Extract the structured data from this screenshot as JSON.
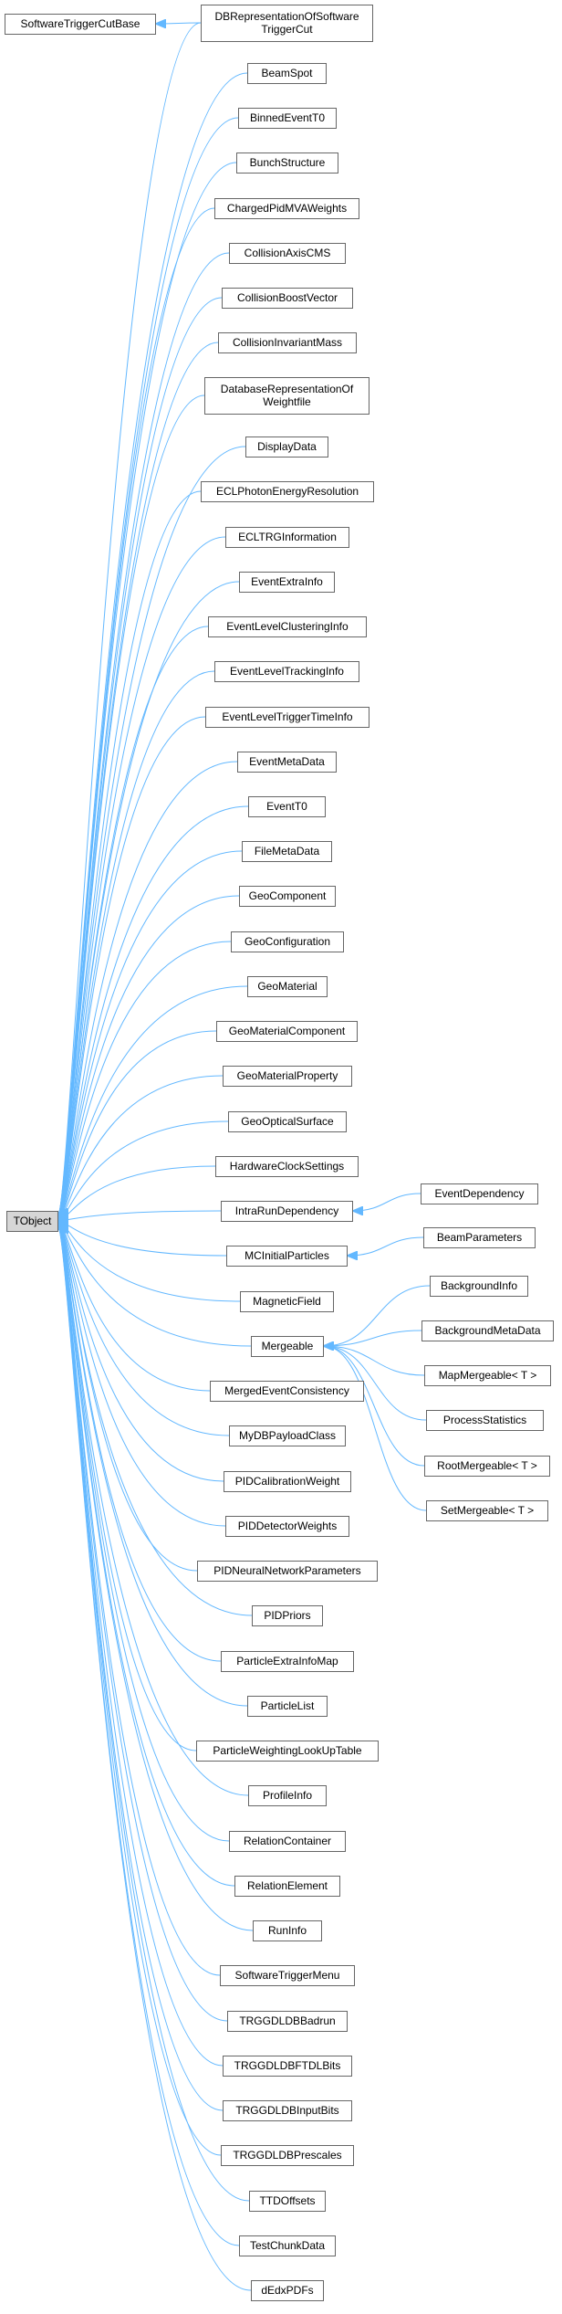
{
  "diagram": {
    "type": "inheritance-graph",
    "colors": {
      "edge": "#63b8ff",
      "box_border": "#666666",
      "root_fill": "#d6d6d6",
      "box_fill": "#ffffff",
      "text": "#000000"
    },
    "root": {
      "id": "TObject",
      "label": "TObject"
    },
    "nodes": [
      {
        "id": "SoftwareTriggerCutBase",
        "lines": [
          "SoftwareTriggerCutBase"
        ]
      },
      {
        "id": "DBRepresentationOfSoftwareTriggerCut",
        "lines": [
          "DBRepresentationOfSoftware",
          "TriggerCut"
        ]
      },
      {
        "id": "BeamSpot",
        "lines": [
          "BeamSpot"
        ]
      },
      {
        "id": "BinnedEventT0",
        "lines": [
          "BinnedEventT0"
        ]
      },
      {
        "id": "BunchStructure",
        "lines": [
          "BunchStructure"
        ]
      },
      {
        "id": "ChargedPidMVAWeights",
        "lines": [
          "ChargedPidMVAWeights"
        ]
      },
      {
        "id": "CollisionAxisCMS",
        "lines": [
          "CollisionAxisCMS"
        ]
      },
      {
        "id": "CollisionBoostVector",
        "lines": [
          "CollisionBoostVector"
        ]
      },
      {
        "id": "CollisionInvariantMass",
        "lines": [
          "CollisionInvariantMass"
        ]
      },
      {
        "id": "DatabaseRepresentationOfWeightfile",
        "lines": [
          "DatabaseRepresentationOf",
          "Weightfile"
        ]
      },
      {
        "id": "DisplayData",
        "lines": [
          "DisplayData"
        ]
      },
      {
        "id": "ECLPhotonEnergyResolution",
        "lines": [
          "ECLPhotonEnergyResolution"
        ]
      },
      {
        "id": "ECLTRGInformation",
        "lines": [
          "ECLTRGInformation"
        ]
      },
      {
        "id": "EventExtraInfo",
        "lines": [
          "EventExtraInfo"
        ]
      },
      {
        "id": "EventLevelClusteringInfo",
        "lines": [
          "EventLevelClusteringInfo"
        ]
      },
      {
        "id": "EventLevelTrackingInfo",
        "lines": [
          "EventLevelTrackingInfo"
        ]
      },
      {
        "id": "EventLevelTriggerTimeInfo",
        "lines": [
          "EventLevelTriggerTimeInfo"
        ]
      },
      {
        "id": "EventMetaData",
        "lines": [
          "EventMetaData"
        ]
      },
      {
        "id": "EventT0",
        "lines": [
          "EventT0"
        ]
      },
      {
        "id": "FileMetaData",
        "lines": [
          "FileMetaData"
        ]
      },
      {
        "id": "GeoComponent",
        "lines": [
          "GeoComponent"
        ]
      },
      {
        "id": "GeoConfiguration",
        "lines": [
          "GeoConfiguration"
        ]
      },
      {
        "id": "GeoMaterial",
        "lines": [
          "GeoMaterial"
        ]
      },
      {
        "id": "GeoMaterialComponent",
        "lines": [
          "GeoMaterialComponent"
        ]
      },
      {
        "id": "GeoMaterialProperty",
        "lines": [
          "GeoMaterialProperty"
        ]
      },
      {
        "id": "GeoOpticalSurface",
        "lines": [
          "GeoOpticalSurface"
        ]
      },
      {
        "id": "HardwareClockSettings",
        "lines": [
          "HardwareClockSettings"
        ]
      },
      {
        "id": "IntraRunDependency",
        "lines": [
          "IntraRunDependency"
        ]
      },
      {
        "id": "EventDependency",
        "lines": [
          "EventDependency"
        ]
      },
      {
        "id": "MCInitialParticles",
        "lines": [
          "MCInitialParticles"
        ]
      },
      {
        "id": "BeamParameters",
        "lines": [
          "BeamParameters"
        ]
      },
      {
        "id": "MagneticField",
        "lines": [
          "MagneticField"
        ]
      },
      {
        "id": "Mergeable",
        "lines": [
          "Mergeable"
        ]
      },
      {
        "id": "BackgroundInfo",
        "lines": [
          "BackgroundInfo"
        ]
      },
      {
        "id": "BackgroundMetaData",
        "lines": [
          "BackgroundMetaData"
        ]
      },
      {
        "id": "MapMergeable",
        "lines": [
          "MapMergeable< T >"
        ]
      },
      {
        "id": "ProcessStatistics",
        "lines": [
          "ProcessStatistics"
        ]
      },
      {
        "id": "RootMergeable",
        "lines": [
          "RootMergeable< T >"
        ]
      },
      {
        "id": "SetMergeable",
        "lines": [
          "SetMergeable< T >"
        ]
      },
      {
        "id": "MergedEventConsistency",
        "lines": [
          "MergedEventConsistency"
        ]
      },
      {
        "id": "MyDBPayloadClass",
        "lines": [
          "MyDBPayloadClass"
        ]
      },
      {
        "id": "PIDCalibrationWeight",
        "lines": [
          "PIDCalibrationWeight"
        ]
      },
      {
        "id": "PIDDetectorWeights",
        "lines": [
          "PIDDetectorWeights"
        ]
      },
      {
        "id": "PIDNeuralNetworkParameters",
        "lines": [
          "PIDNeuralNetworkParameters"
        ]
      },
      {
        "id": "PIDPriors",
        "lines": [
          "PIDPriors"
        ]
      },
      {
        "id": "ParticleExtraInfoMap",
        "lines": [
          "ParticleExtraInfoMap"
        ]
      },
      {
        "id": "ParticleList",
        "lines": [
          "ParticleList"
        ]
      },
      {
        "id": "ParticleWeightingLookUpTable",
        "lines": [
          "ParticleWeightingLookUpTable"
        ]
      },
      {
        "id": "ProfileInfo",
        "lines": [
          "ProfileInfo"
        ]
      },
      {
        "id": "RelationContainer",
        "lines": [
          "RelationContainer"
        ]
      },
      {
        "id": "RelationElement",
        "lines": [
          "RelationElement"
        ]
      },
      {
        "id": "RunInfo",
        "lines": [
          "RunInfo"
        ]
      },
      {
        "id": "SoftwareTriggerMenu",
        "lines": [
          "SoftwareTriggerMenu"
        ]
      },
      {
        "id": "TRGGDLDBBadrun",
        "lines": [
          "TRGGDLDBBadrun"
        ]
      },
      {
        "id": "TRGGDLDBFTDLBits",
        "lines": [
          "TRGGDLDBFTDLBits"
        ]
      },
      {
        "id": "TRGGDLDBInputBits",
        "lines": [
          "TRGGDLDBInputBits"
        ]
      },
      {
        "id": "TRGGDLDBPrescales",
        "lines": [
          "TRGGDLDBPrescales"
        ]
      },
      {
        "id": "TTDOffsets",
        "lines": [
          "TTDOffsets"
        ]
      },
      {
        "id": "TestChunkData",
        "lines": [
          "TestChunkData"
        ]
      },
      {
        "id": "dEdxPDFs",
        "lines": [
          "dEdxPDFs"
        ]
      }
    ],
    "edges": [
      {
        "from": "DBRepresentationOfSoftwareTriggerCut",
        "to": "SoftwareTriggerCutBase"
      },
      {
        "from": "DBRepresentationOfSoftwareTriggerCut",
        "to": "TObject"
      },
      {
        "from": "BeamSpot",
        "to": "TObject"
      },
      {
        "from": "BinnedEventT0",
        "to": "TObject"
      },
      {
        "from": "BunchStructure",
        "to": "TObject"
      },
      {
        "from": "ChargedPidMVAWeights",
        "to": "TObject"
      },
      {
        "from": "CollisionAxisCMS",
        "to": "TObject"
      },
      {
        "from": "CollisionBoostVector",
        "to": "TObject"
      },
      {
        "from": "CollisionInvariantMass",
        "to": "TObject"
      },
      {
        "from": "DatabaseRepresentationOfWeightfile",
        "to": "TObject"
      },
      {
        "from": "DisplayData",
        "to": "TObject"
      },
      {
        "from": "ECLPhotonEnergyResolution",
        "to": "TObject"
      },
      {
        "from": "ECLTRGInformation",
        "to": "TObject"
      },
      {
        "from": "EventExtraInfo",
        "to": "TObject"
      },
      {
        "from": "EventLevelClusteringInfo",
        "to": "TObject"
      },
      {
        "from": "EventLevelTrackingInfo",
        "to": "TObject"
      },
      {
        "from": "EventLevelTriggerTimeInfo",
        "to": "TObject"
      },
      {
        "from": "EventMetaData",
        "to": "TObject"
      },
      {
        "from": "EventT0",
        "to": "TObject"
      },
      {
        "from": "FileMetaData",
        "to": "TObject"
      },
      {
        "from": "GeoComponent",
        "to": "TObject"
      },
      {
        "from": "GeoConfiguration",
        "to": "TObject"
      },
      {
        "from": "GeoMaterial",
        "to": "TObject"
      },
      {
        "from": "GeoMaterialComponent",
        "to": "TObject"
      },
      {
        "from": "GeoMaterialProperty",
        "to": "TObject"
      },
      {
        "from": "GeoOpticalSurface",
        "to": "TObject"
      },
      {
        "from": "HardwareClockSettings",
        "to": "TObject"
      },
      {
        "from": "IntraRunDependency",
        "to": "TObject"
      },
      {
        "from": "EventDependency",
        "to": "IntraRunDependency"
      },
      {
        "from": "MCInitialParticles",
        "to": "TObject"
      },
      {
        "from": "BeamParameters",
        "to": "MCInitialParticles"
      },
      {
        "from": "MagneticField",
        "to": "TObject"
      },
      {
        "from": "Mergeable",
        "to": "TObject"
      },
      {
        "from": "BackgroundInfo",
        "to": "Mergeable"
      },
      {
        "from": "BackgroundMetaData",
        "to": "Mergeable"
      },
      {
        "from": "MapMergeable",
        "to": "Mergeable"
      },
      {
        "from": "ProcessStatistics",
        "to": "Mergeable"
      },
      {
        "from": "RootMergeable",
        "to": "Mergeable"
      },
      {
        "from": "SetMergeable",
        "to": "Mergeable"
      },
      {
        "from": "MergedEventConsistency",
        "to": "TObject"
      },
      {
        "from": "MyDBPayloadClass",
        "to": "TObject"
      },
      {
        "from": "PIDCalibrationWeight",
        "to": "TObject"
      },
      {
        "from": "PIDDetectorWeights",
        "to": "TObject"
      },
      {
        "from": "PIDNeuralNetworkParameters",
        "to": "TObject"
      },
      {
        "from": "PIDPriors",
        "to": "TObject"
      },
      {
        "from": "ParticleExtraInfoMap",
        "to": "TObject"
      },
      {
        "from": "ParticleList",
        "to": "TObject"
      },
      {
        "from": "ParticleWeightingLookUpTable",
        "to": "TObject"
      },
      {
        "from": "ProfileInfo",
        "to": "TObject"
      },
      {
        "from": "RelationContainer",
        "to": "TObject"
      },
      {
        "from": "RelationElement",
        "to": "TObject"
      },
      {
        "from": "RunInfo",
        "to": "TObject"
      },
      {
        "from": "SoftwareTriggerMenu",
        "to": "TObject"
      },
      {
        "from": "TRGGDLDBBadrun",
        "to": "TObject"
      },
      {
        "from": "TRGGDLDBFTDLBits",
        "to": "TObject"
      },
      {
        "from": "TRGGDLDBInputBits",
        "to": "TObject"
      },
      {
        "from": "TRGGDLDBPrescales",
        "to": "TObject"
      },
      {
        "from": "TTDOffsets",
        "to": "TObject"
      },
      {
        "from": "TestChunkData",
        "to": "TObject"
      },
      {
        "from": "dEdxPDFs",
        "to": "TObject"
      }
    ]
  }
}
